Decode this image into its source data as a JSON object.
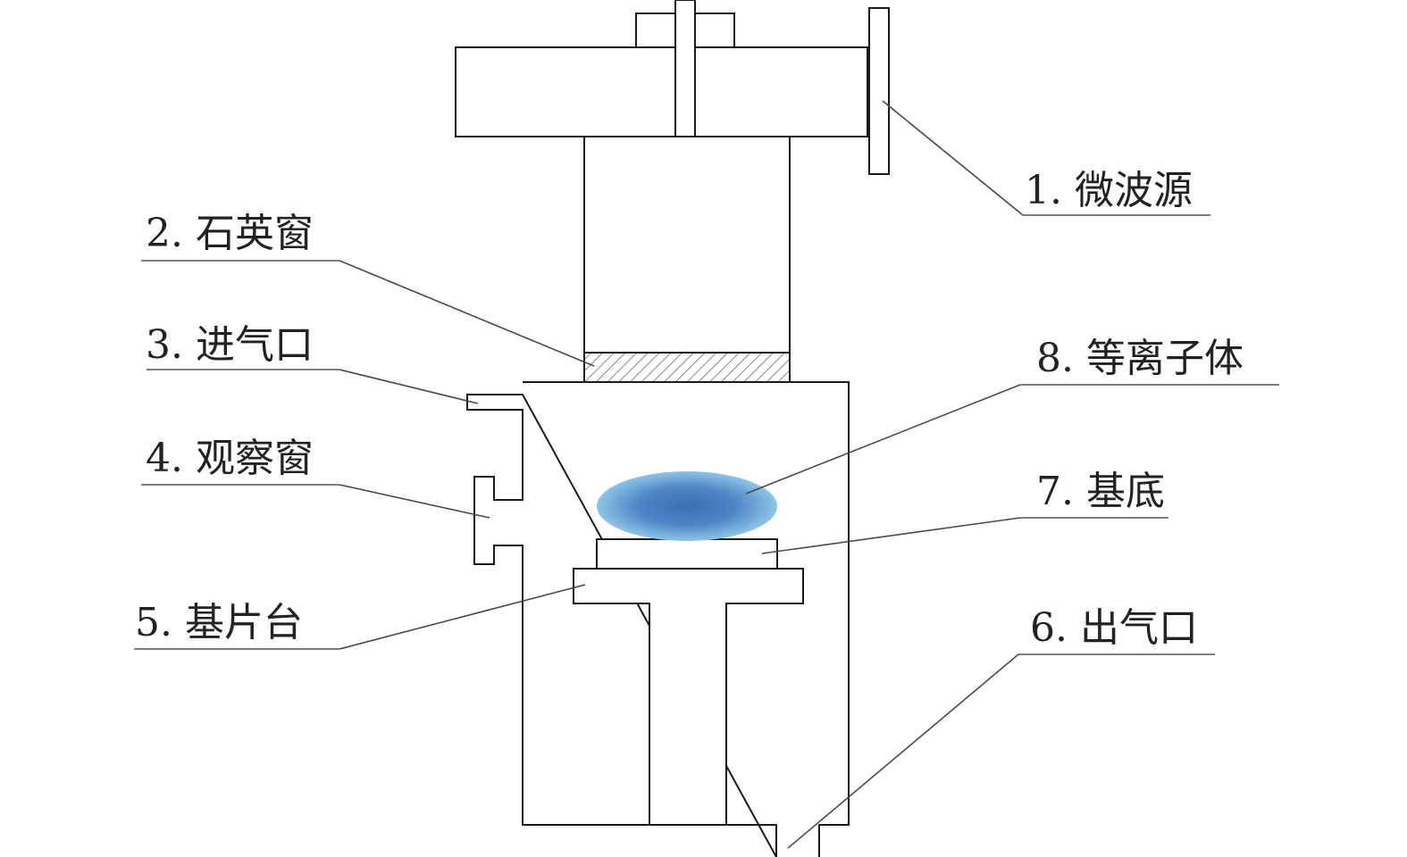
{
  "diagram": {
    "labels": {
      "l1": "1. 微波源",
      "l2": "2. 石英窗",
      "l3": "3. 进气口",
      "l4": "4. 观察窗",
      "l5": "5. 基片台",
      "l6": "6. 出气口",
      "l7": "7. 基底",
      "l8": "8. 等离子体"
    },
    "colors": {
      "outline": "#1a1a1a",
      "leader": "#4a4a4a",
      "plasma_center": "#3b6fb6",
      "plasma_edge": "#8fc4e6",
      "hatch": "#555555"
    }
  }
}
